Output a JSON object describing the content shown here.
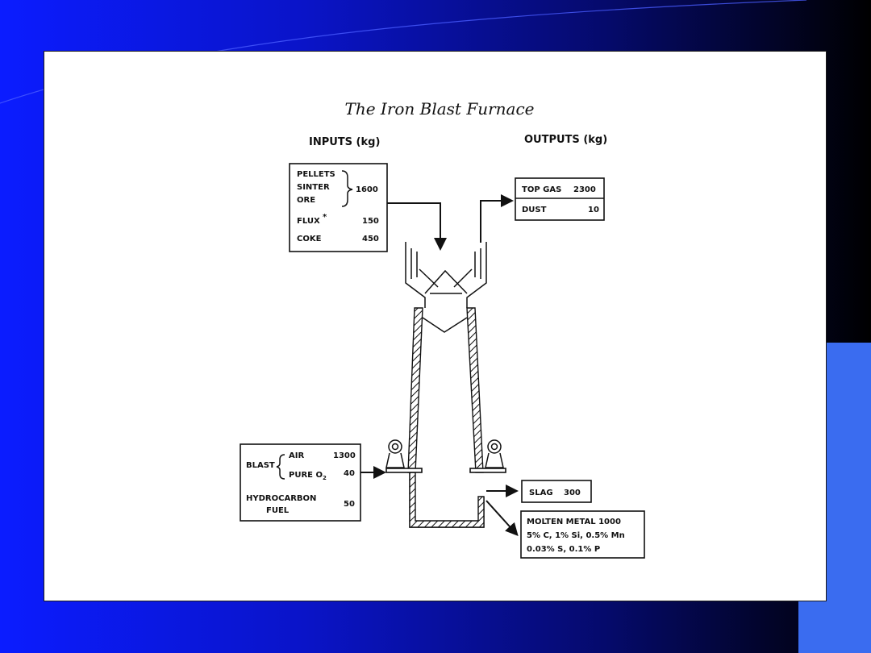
{
  "title": "The Iron Blast Furnace",
  "inputs_header": "INPUTS (kg)",
  "outputs_header": "OUTPUTS (kg)",
  "charge": {
    "pellets": "PELLETS",
    "sinter": "SINTER",
    "ore": "ORE",
    "ore_total": "1600",
    "flux": "FLUX",
    "flux_mark": "*",
    "flux_value": "150",
    "coke": "COKE",
    "coke_value": "450"
  },
  "top_outputs": {
    "top_gas": "TOP GAS",
    "top_gas_value": "2300",
    "dust": "DUST",
    "dust_value": "10"
  },
  "blast": {
    "blast": "BLAST",
    "air": "AIR",
    "air_value": "1300",
    "pure_o2": "PURE O",
    "o2_sub": "2",
    "o2_value": "40",
    "hydrocarbon": "HYDROCARBON",
    "fuel": "FUEL",
    "fuel_value": "50"
  },
  "slag": {
    "label": "SLAG",
    "value": "300"
  },
  "molten": {
    "line1": "MOLTEN METAL 1000",
    "line2": "5% C, 1% Si, 0.5% Mn",
    "line3": "0.03% S, 0.1% P"
  },
  "colors": {
    "background_left": "#0b1cff",
    "background_right": "#000000",
    "accent_box": "#3a6cf0"
  }
}
